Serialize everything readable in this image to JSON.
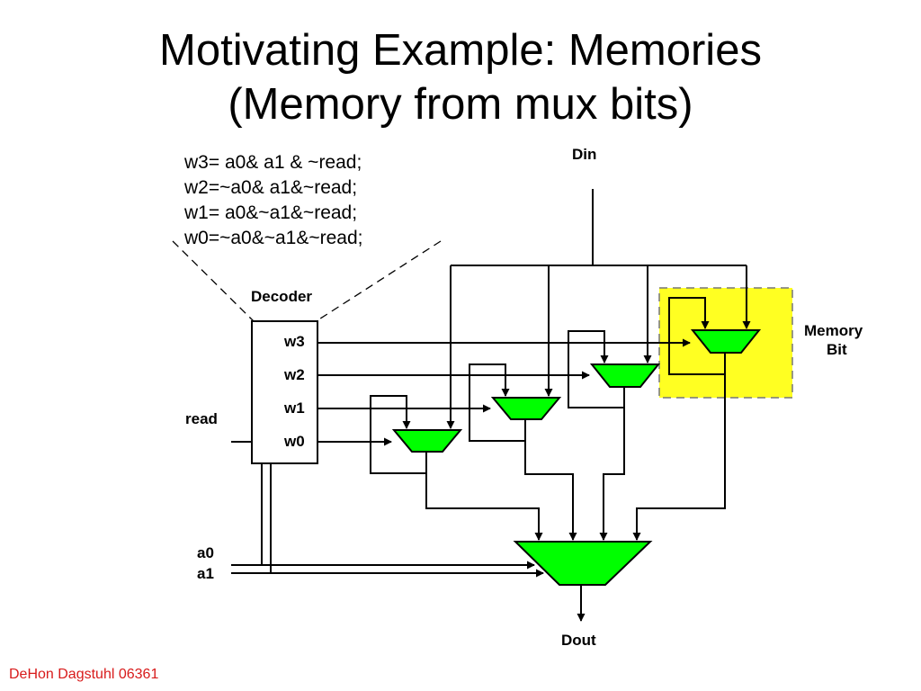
{
  "title": {
    "line1": "Motivating Example: Memories",
    "line2": "(Memory from mux bits)"
  },
  "equations": [
    "w3= a0& a1 & ~read;",
    "w2=~a0& a1&~read;",
    "w1= a0&~a1&~read;",
    "w0=~a0&~a1&~read;"
  ],
  "labels": {
    "din": "Din",
    "dout": "Dout",
    "decoder": "Decoder",
    "read": "read",
    "a0": "a0",
    "a1": "a1",
    "memory_bit_line1": "Memory",
    "memory_bit_line2": "Bit"
  },
  "decoder_outputs": [
    "w3",
    "w2",
    "w1",
    "w0"
  ],
  "colors": {
    "mux_fill": "#00ff00",
    "memory_bit_highlight": "#ffff22",
    "footer_text": "#d81b1b"
  },
  "footer": "DeHon Dagstuhl 06361"
}
